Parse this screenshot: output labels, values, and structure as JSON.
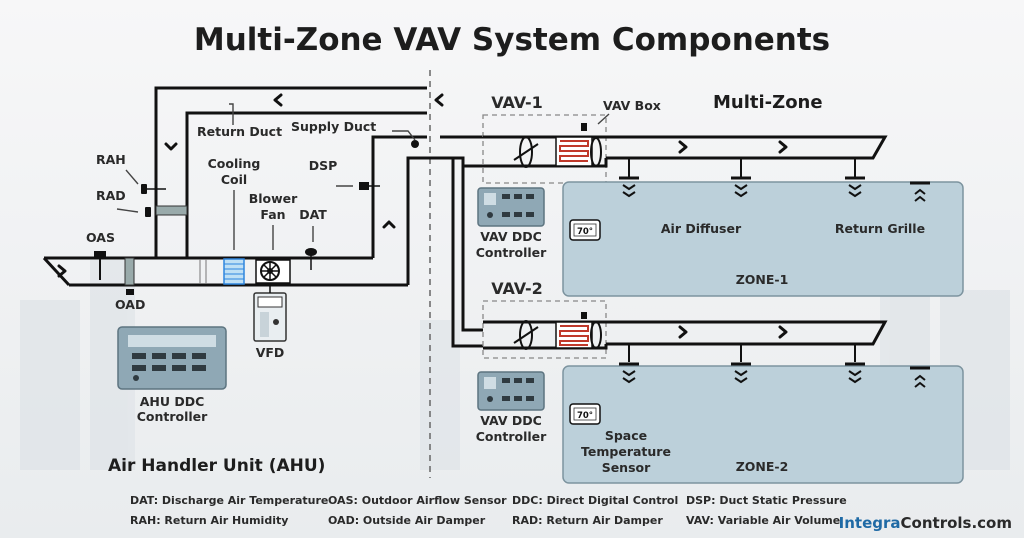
{
  "title": "Multi-Zone VAV System Components",
  "section_labels": {
    "multi_zone": "Multi-Zone",
    "ahu": "Air Handler Unit (AHU)"
  },
  "components": {
    "return_duct": "Return Duct",
    "supply_duct": "Supply Duct",
    "vav_box": "VAV Box",
    "vav1": "VAV-1",
    "vav2": "VAV-2",
    "rah": "RAH",
    "rad": "RAD",
    "oas": "OAS",
    "oad": "OAD",
    "cooling_coil_1": "Cooling",
    "cooling_coil_2": "Coil",
    "blower_fan_1": "Blower",
    "blower_fan_2": "Fan",
    "dat": "DAT",
    "dsp": "DSP",
    "vfd": "VFD",
    "ahu_ddc_1": "AHU DDC",
    "ahu_ddc_2": "Controller",
    "vav_ddc_1": "VAV DDC",
    "vav_ddc_2": "Controller",
    "air_diffuser": "Air Diffuser",
    "return_grille": "Return Grille",
    "space_temp_1": "Space",
    "space_temp_2": "Temperature",
    "space_temp_3": "Sensor",
    "zone1": "ZONE-1",
    "zone2": "ZONE-2",
    "thermostat_reading": "70°"
  },
  "legend": [
    "DAT: Discharge Air Temperature",
    "OAS: Outdoor Airflow Sensor",
    "DDC: Direct Digital Control",
    "DSP: Duct Static Pressure",
    "RAH: Return Air Humidity",
    "OAD: Outside Air Damper",
    "RAD: Return Air Damper",
    "VAV: Variable Air Volume"
  ],
  "brand": {
    "name_part1": "Integra",
    "name_part2": "Controls.com"
  },
  "colors": {
    "zone_fill": "#bcd0da",
    "coil_red": "#c0392b",
    "coil_blue": "#2e86de",
    "brand_blue": "#1f6aa5",
    "controller_fill": "#8fa8b5"
  }
}
